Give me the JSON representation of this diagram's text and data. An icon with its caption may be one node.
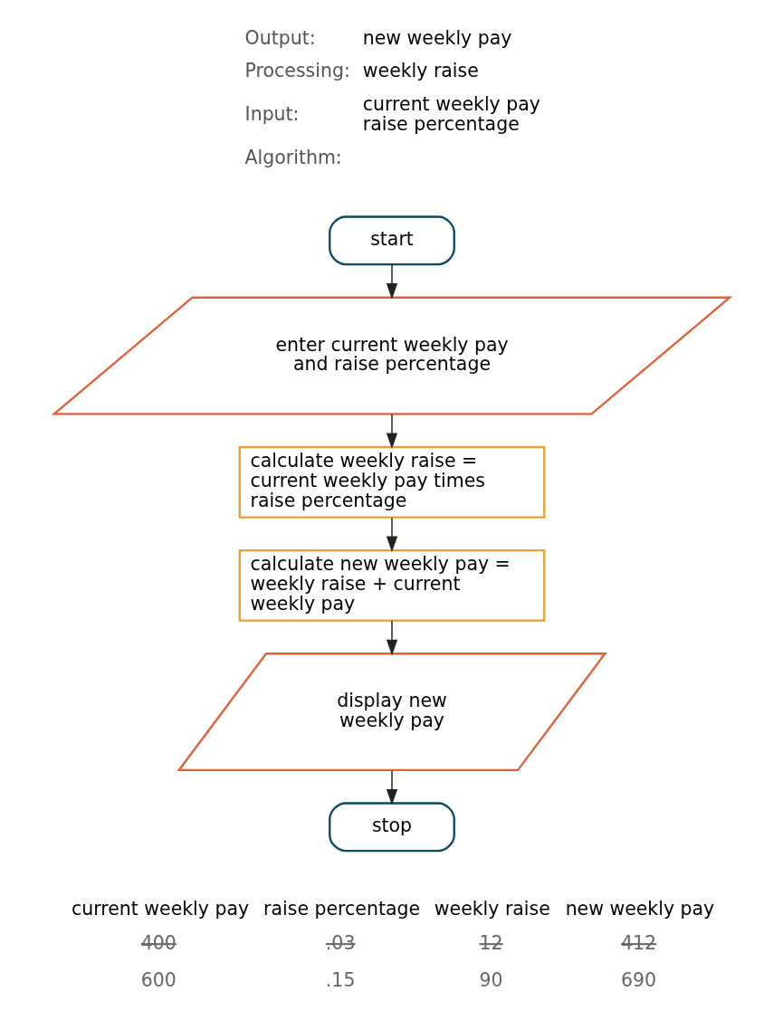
{
  "diagram": {
    "nodes": [
      {
        "text": [
          "start"
        ]
      },
      {
        "text": [
          "enter current weekly pay and raise percentage"
        ]
      },
      {
        "text": [
          "calculate weekly raise = current weekly pay times raise percentage"
        ]
      },
      {
        "text": [
          "calculate new weekly pay = weekly raise + current weekly pay"
        ]
      },
      {
        "text": [
          "display new weekly pay"
        ]
      },
      {
        "text": [
          "stop"
        ]
      }
    ],
    "edges": [
      {
        "from": 0,
        "to": 1,
        "arrow": "to"
      },
      {
        "from": 1,
        "to": 2,
        "arrow": "to"
      },
      {
        "from": 2,
        "to": 3,
        "arrow": "to"
      },
      {
        "from": 3,
        "to": 4,
        "arrow": "to"
      },
      {
        "from": 4,
        "to": 5,
        "arrow": "to"
      }
    ],
    "labels": [
      "Output:",
      "new weekly pay",
      "Processing:",
      "weekly raise",
      "Input:",
      "current weekly pay",
      "raise percentage",
      "Algorithm:",
      "current weekly pay",
      "raise percentage",
      "weekly raise",
      "new weekly pay",
      "400",
      ".03",
      "12",
      "412",
      "600",
      ".15",
      "90",
      "690"
    ]
  }
}
